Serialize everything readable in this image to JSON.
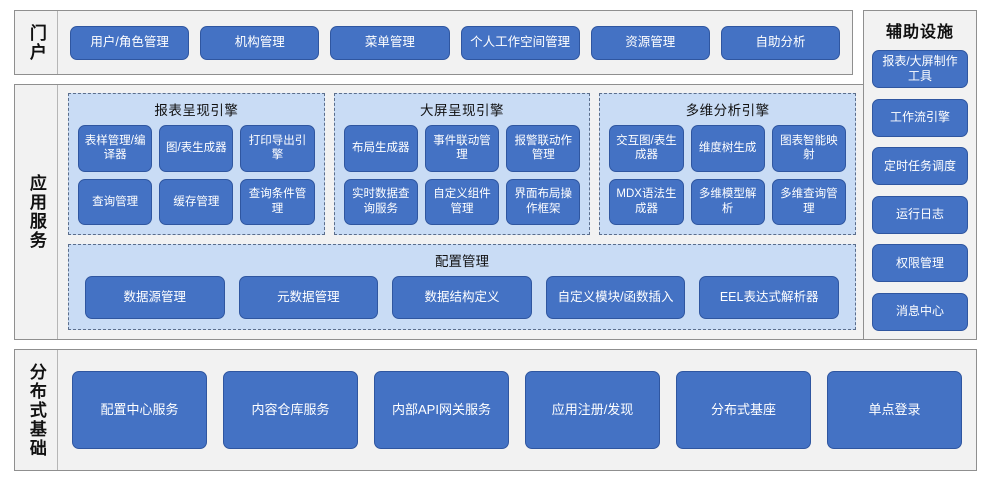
{
  "colors": {
    "button_fill": "#4472C4",
    "button_border": "#2F56A0",
    "panel_bg": "#F2F2F2",
    "panel_border": "#8F8F8F",
    "group_bg": "#C9DCF5",
    "group_border": "#5B6E8C",
    "text_light": "#FFFFFF",
    "text_dark": "#111111"
  },
  "portal": {
    "title": "门户",
    "items": [
      {
        "label": "用户/角色管理"
      },
      {
        "label": "机构管理"
      },
      {
        "label": "菜单管理"
      },
      {
        "label": "个人工作空间管理"
      },
      {
        "label": "资源管理"
      },
      {
        "label": "自助分析"
      }
    ]
  },
  "aux": {
    "title": "辅助设施",
    "items": [
      {
        "label": "报表/大屏制作工具"
      },
      {
        "label": "工作流引擎"
      },
      {
        "label": "定时任务调度"
      },
      {
        "label": "运行日志"
      },
      {
        "label": "权限管理"
      },
      {
        "label": "消息中心"
      }
    ]
  },
  "app_services": {
    "title": "应用服务",
    "engines": [
      {
        "title": "报表呈现引擎",
        "items": [
          {
            "label": "表样管理/编译器"
          },
          {
            "label": "图/表生成器"
          },
          {
            "label": "打印导出引擎"
          },
          {
            "label": "查询管理"
          },
          {
            "label": "缓存管理"
          },
          {
            "label": "查询条件管理"
          }
        ]
      },
      {
        "title": "大屏呈现引擎",
        "items": [
          {
            "label": "布局生成器"
          },
          {
            "label": "事件联动管理"
          },
          {
            "label": "报警联动作管理"
          },
          {
            "label": "实时数据查询服务"
          },
          {
            "label": "自定义组件管理"
          },
          {
            "label": "界面布局操作框架"
          }
        ]
      },
      {
        "title": "多维分析引擎",
        "items": [
          {
            "label": "交互图/表生成器"
          },
          {
            "label": "维度树生成"
          },
          {
            "label": "图表智能映射"
          },
          {
            "label": "MDX语法生成器"
          },
          {
            "label": "多维模型解析"
          },
          {
            "label": "多维查询管理"
          }
        ]
      }
    ],
    "config": {
      "title": "配置管理",
      "items": [
        {
          "label": "数据源管理"
        },
        {
          "label": "元数据管理"
        },
        {
          "label": "数据结构定义"
        },
        {
          "label": "自定义模块/函数插入"
        },
        {
          "label": "EEL表达式解析器"
        }
      ]
    }
  },
  "distributed": {
    "title": "分布式基础",
    "items": [
      {
        "label": "配置中心服务"
      },
      {
        "label": "内容仓库服务"
      },
      {
        "label": "内部API网关服务"
      },
      {
        "label": "应用注册/发现"
      },
      {
        "label": "分布式基座"
      },
      {
        "label": "单点登录"
      }
    ]
  }
}
